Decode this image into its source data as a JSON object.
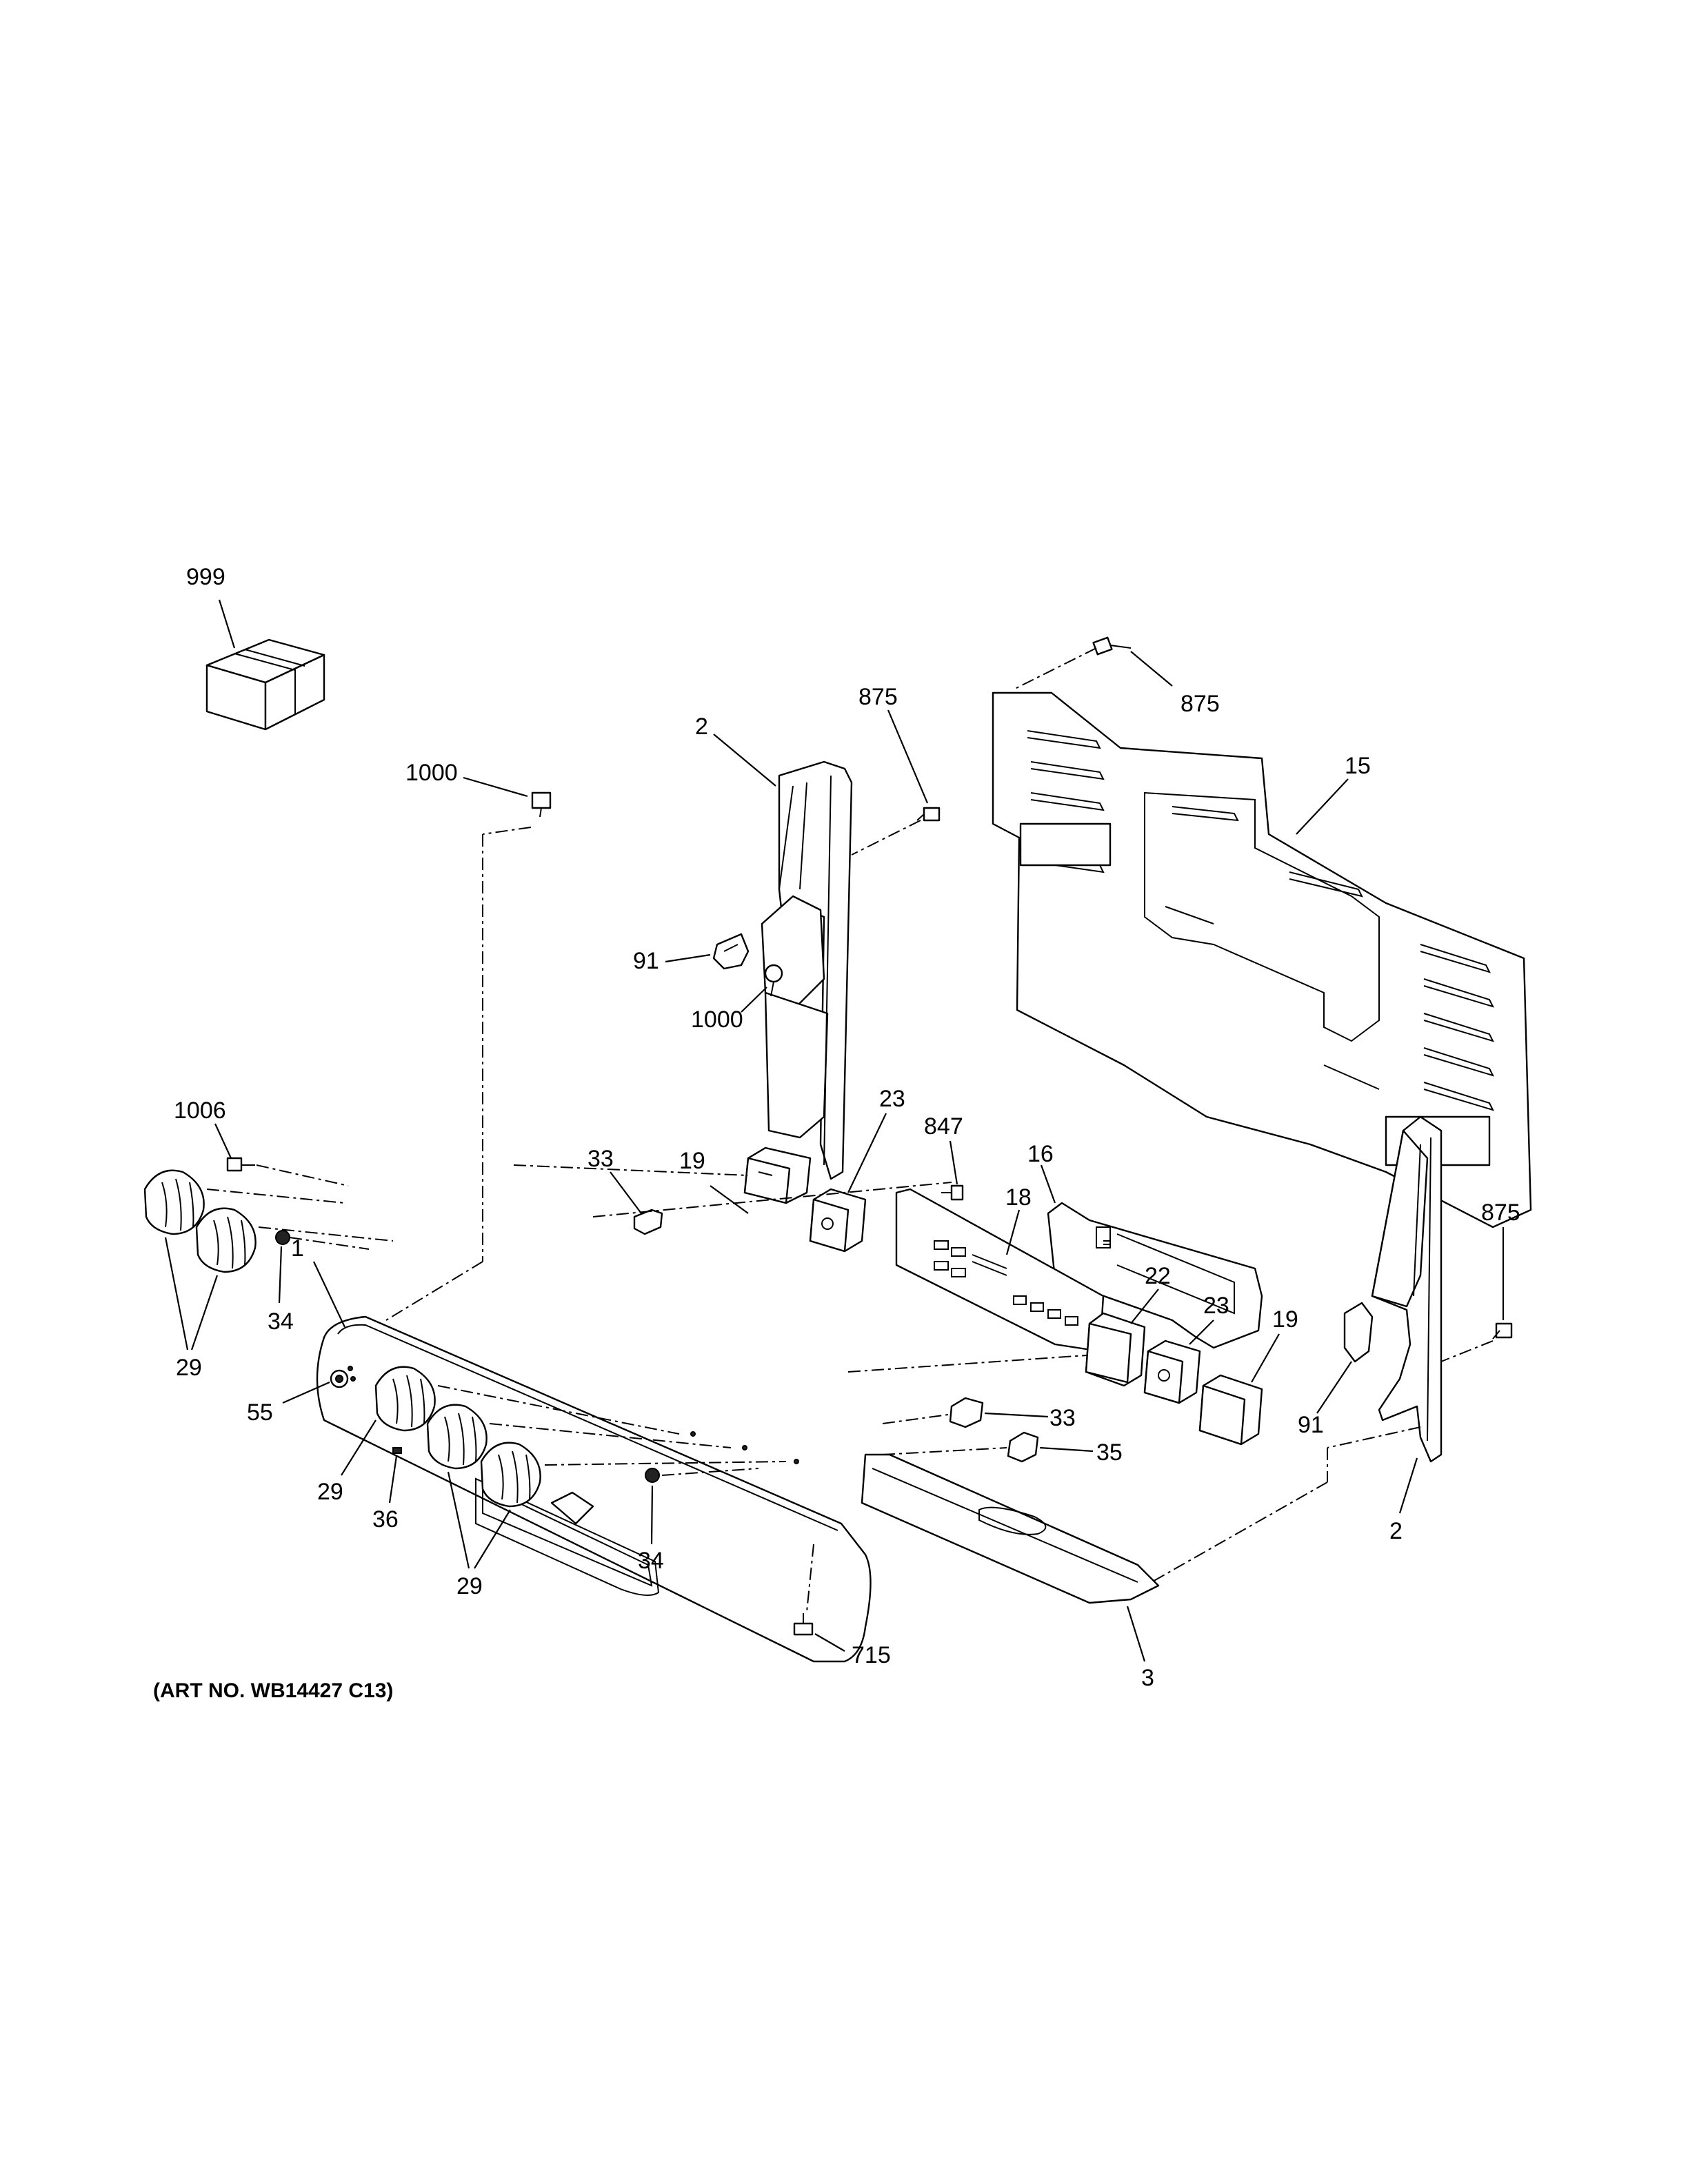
{
  "art_number": "(ART NO. WB14427 C13)",
  "callouts": {
    "c999": "999",
    "c1000a": "1000",
    "c1000b": "1000",
    "c2a": "2",
    "c2b": "2",
    "c875a": "875",
    "c875b": "875",
    "c875c": "875",
    "c15": "15",
    "c91a": "91",
    "c91b": "91",
    "c1": "1",
    "c1006": "1006",
    "c23a": "23",
    "c23b": "23",
    "c19a": "19",
    "c19b": "19",
    "c33a": "33",
    "c33b": "33",
    "c847": "847",
    "c16": "16",
    "c18": "18",
    "c22": "22",
    "c29a": "29",
    "c29b": "29",
    "c29c": "29",
    "c34a": "34",
    "c34b": "34",
    "c55": "55",
    "c36": "36",
    "c35": "35",
    "c715": "715",
    "c3": "3"
  }
}
